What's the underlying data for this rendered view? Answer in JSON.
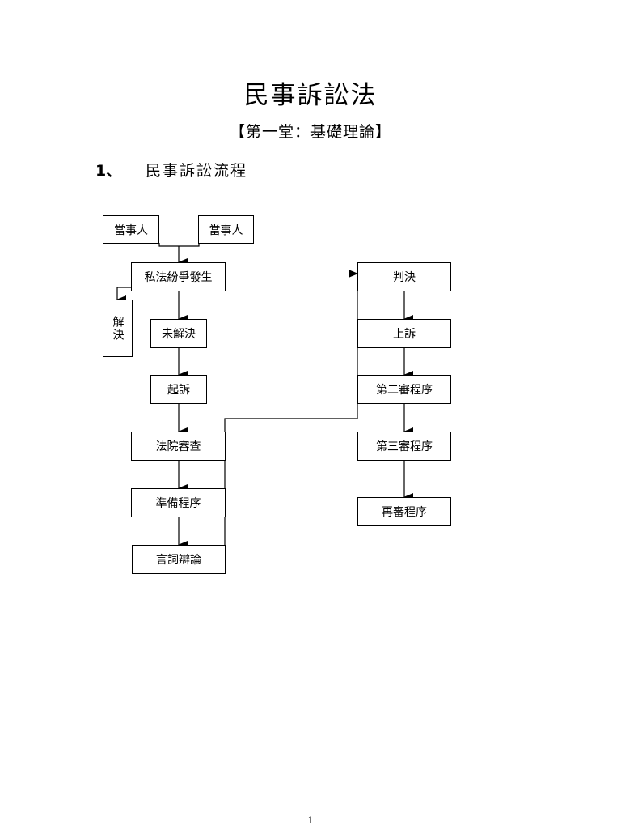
{
  "document": {
    "title": "民事訴訟法",
    "subtitle": "【第一堂：基礎理論】",
    "section": {
      "number": "1、",
      "heading": "民事訴訟流程"
    },
    "page_number": "1"
  },
  "flowchart": {
    "nodes": {
      "party_a": "當事人",
      "party_b": "當事人",
      "dispute": "私法紛爭發生",
      "resolved": "解決",
      "unresolved": "未解決",
      "lawsuit": "起訴",
      "court_review": "法院審查",
      "preparation": "準備程序",
      "oral_argument": "言詞辯論",
      "judgment": "判決",
      "appeal": "上訴",
      "second_instance": "第二審程序",
      "third_instance": "第三審程序",
      "retrial": "再審程序"
    },
    "edges": [
      [
        "party_a",
        "dispute"
      ],
      [
        "party_b",
        "dispute"
      ],
      [
        "dispute",
        "resolved"
      ],
      [
        "dispute",
        "unresolved"
      ],
      [
        "unresolved",
        "lawsuit"
      ],
      [
        "lawsuit",
        "court_review"
      ],
      [
        "court_review",
        "preparation"
      ],
      [
        "preparation",
        "oral_argument"
      ],
      [
        "oral_argument",
        "judgment"
      ],
      [
        "judgment",
        "appeal"
      ],
      [
        "appeal",
        "second_instance"
      ],
      [
        "second_instance",
        "third_instance"
      ],
      [
        "third_instance",
        "retrial"
      ]
    ]
  }
}
